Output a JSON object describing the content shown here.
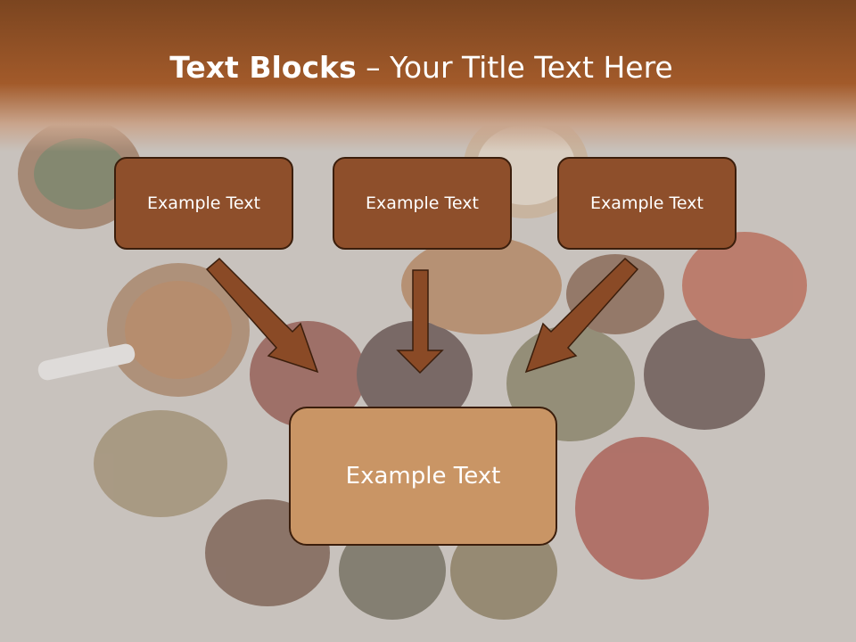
{
  "slide": {
    "title_bold": "Text Blocks",
    "title_rest": " – Your Title Text Here",
    "top_boxes": [
      {
        "text": "Example Text"
      },
      {
        "text": "Example Text"
      },
      {
        "text": "Example Text"
      }
    ],
    "bottom_box": {
      "text": "Example Text"
    }
  },
  "colors": {
    "header": "#a25a2a",
    "box_dark": "#8e4f2b",
    "box_light": "#c99565",
    "arrow": "#8a4a26",
    "outline": "#3b1e0c"
  }
}
